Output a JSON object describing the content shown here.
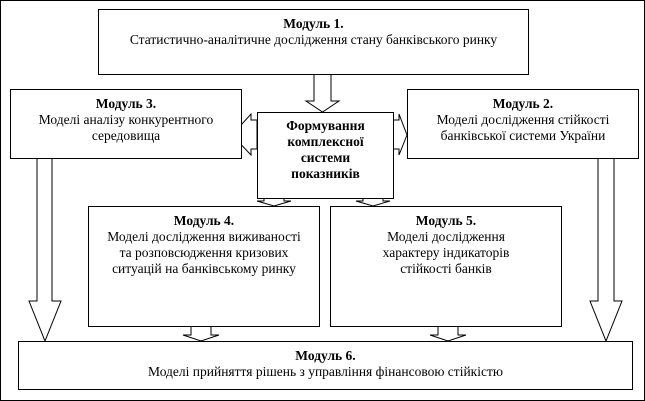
{
  "modules": {
    "m1": {
      "title": "Модуль 1.",
      "text": "Статистично-аналітичне дослідження стану банківського ринку"
    },
    "m2": {
      "title": "Модуль 2.",
      "text": "Моделі дослідження стійкості банківської системи України"
    },
    "m3": {
      "title": "Модуль 3.",
      "text": "Моделі аналізу конкурентного середовища"
    },
    "m4": {
      "title": "Модуль 4.",
      "text": "Моделі дослідження виживаності та розповсюдження кризових ситуацій на банківському ринку"
    },
    "m5": {
      "title": "Модуль 5.",
      "text": "Моделі дослідження характеру індикаторів стійкості банків"
    },
    "m6": {
      "title": "Модуль 6.",
      "text": "Моделі прийняття рішень з управління фінансовою стійкістю"
    }
  },
  "center": {
    "text": "Формування комплексної системи показників"
  }
}
